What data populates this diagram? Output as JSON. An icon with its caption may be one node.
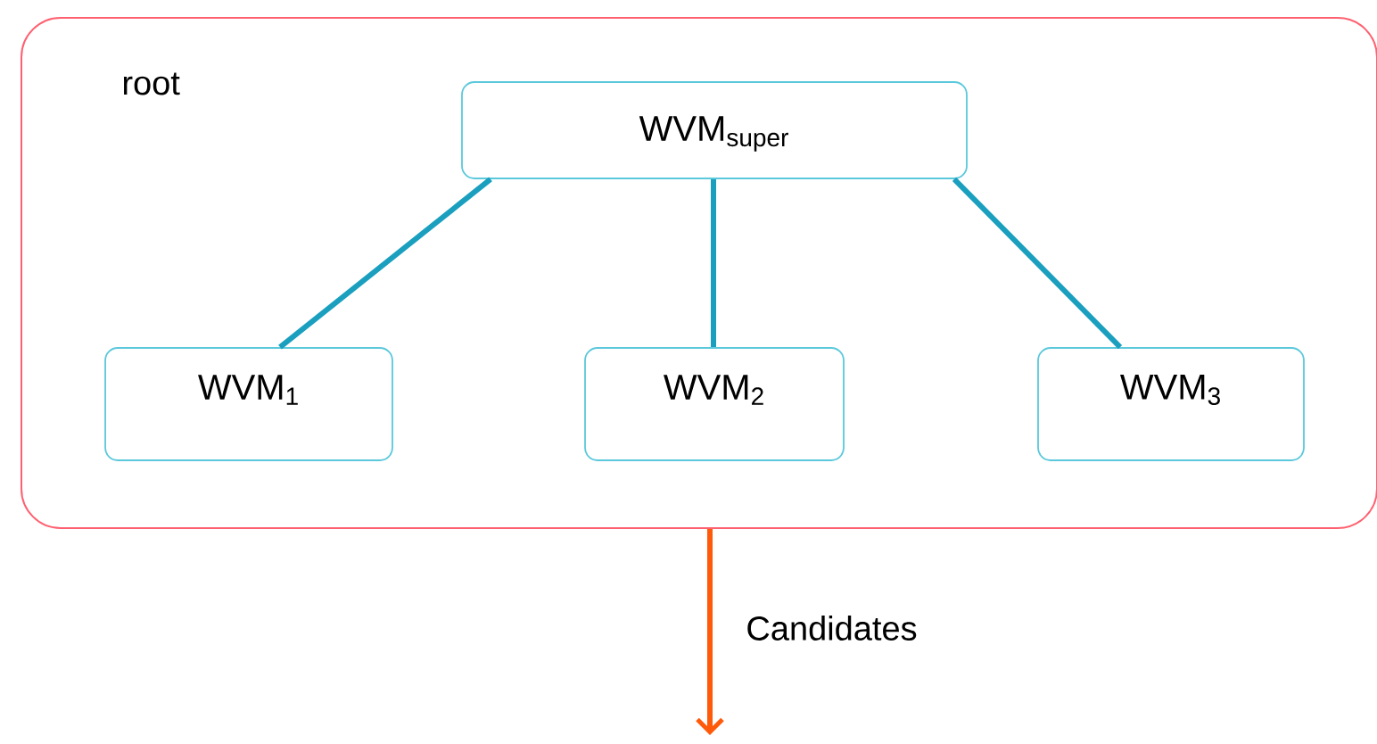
{
  "diagram": {
    "nodes": [
      {
        "text": [
          "root"
        ]
      },
      {
        "text": [
          "WVM$_{super}$"
        ],
        "in": 0
      },
      {
        "text": [
          "WVM$_{1}$"
        ],
        "in": 0
      },
      {
        "text": [
          "WVM$_{2}$"
        ],
        "in": 0
      },
      {
        "text": [
          "WVM$_{3}$"
        ],
        "in": 0
      }
    ],
    "edges": [
      {
        "from": 1,
        "to": 2,
        "arrow": "none"
      },
      {
        "from": 1,
        "to": 3,
        "arrow": "none"
      },
      {
        "from": 1,
        "to": 4,
        "arrow": "none"
      },
      {
        "from": 0,
        "to": null,
        "arrow": "to",
        "label": "Candidates",
        "color": "#ff5a0a"
      }
    ]
  }
}
